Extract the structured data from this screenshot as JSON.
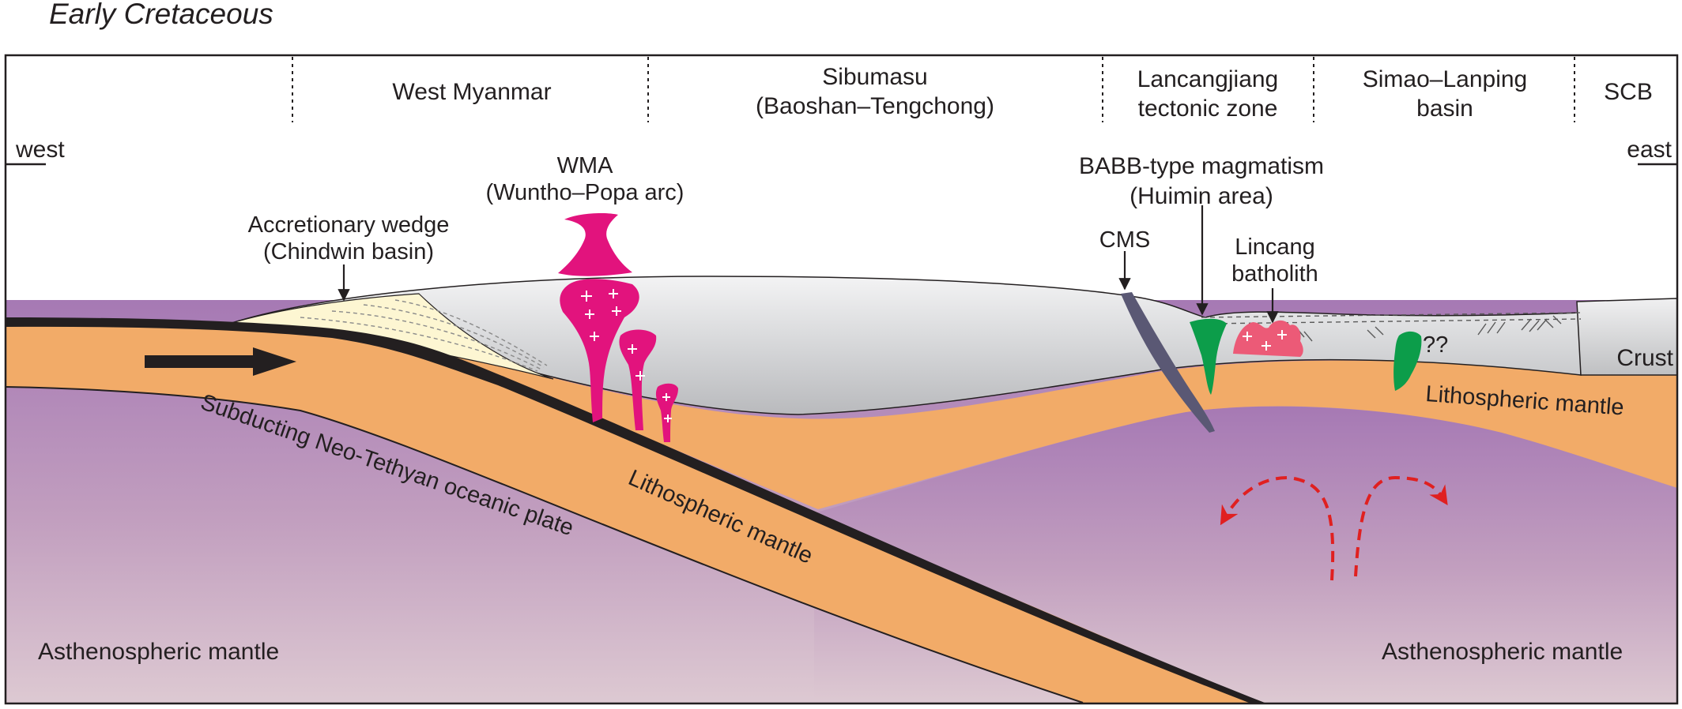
{
  "title": "Early Cretaceous",
  "zones": {
    "west_myanmar": "West Myanmar",
    "sibumasu_1": "Sibumasu",
    "sibumasu_2": "(Baoshan–Tengchong)",
    "lancangjiang_1": "Lancangjiang",
    "lancangjiang_2": "tectonic zone",
    "simao_1": "Simao–Lanping",
    "simao_2": "basin",
    "scb": "SCB"
  },
  "directions": {
    "west": "west",
    "east": "east"
  },
  "labels": {
    "wma_1": "WMA",
    "wma_2": "(Wuntho–Popa arc)",
    "accretionary_1": "Accretionary wedge",
    "accretionary_2": "(Chindwin basin)",
    "babb_1": "BABB-type magmatism",
    "babb_2": "(Huimin area)",
    "cms": "CMS",
    "lincang_1": "Lincang",
    "lincang_2": "batholith",
    "question": "??",
    "crust": "Crust",
    "litho_right": "Lithospheric mantle",
    "litho_slab": "Lithospheric mantle",
    "subducting": "Subducting Neo-Tethyan oceanic plate",
    "astheno_left": "Asthenospheric mantle",
    "astheno_right": "Asthenospheric mantle"
  },
  "colors": {
    "crust": "#c8c9cb",
    "lithosphere": "#f2ab68",
    "asthenosphere_top": "#a77ab5",
    "asthenosphere_bottom": "#dcc6d0",
    "wedge": "#fdf6d2",
    "magma_arc": "#e2137d",
    "babb": "#0c9d4a",
    "lincang": "#ec5a77",
    "cms": "#5a5874",
    "arrow_red": "#e02020",
    "slab": "#231f20"
  }
}
